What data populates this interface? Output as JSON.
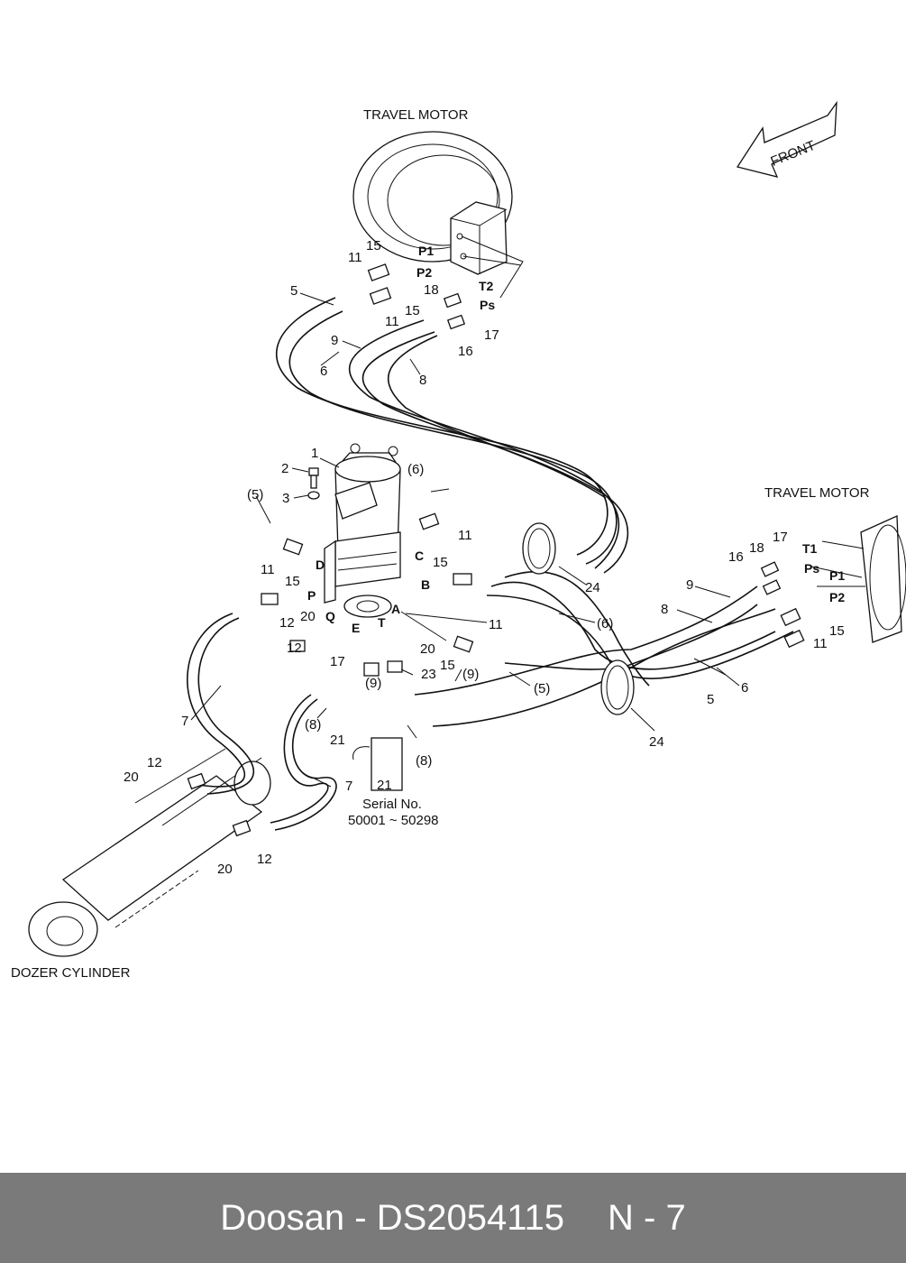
{
  "labels": {
    "travel_motor_top": "TRAVEL MOTOR",
    "travel_motor_right": "TRAVEL MOTOR",
    "front": "FRONT",
    "dozer_cylinder": "DOZER CYLINDER",
    "serial_label": "Serial No.",
    "serial_range": "50001 ~ 50298"
  },
  "callouts": {
    "c1": "1",
    "c2": "2",
    "c3": "3",
    "c5": "5",
    "c6": "6",
    "c7a": "7",
    "c7b": "7",
    "c8a": "8",
    "c8b": "8",
    "c9a": "9",
    "c9b": "9",
    "c5b": "5",
    "c6b": "6",
    "c11a": "11",
    "c11b": "11",
    "c11c": "11",
    "c11d": "11",
    "c11e": "11",
    "c11f": "11",
    "c12a": "12",
    "c12b": "12",
    "c12c": "12",
    "c12d": "12",
    "c15a": "15",
    "c15b": "15",
    "c15c": "15",
    "c15d": "15",
    "c15e": "15",
    "c15f": "15",
    "c16a": "16",
    "c16b": "16",
    "c17a": "17",
    "c17b": "17",
    "c17c": "17",
    "c18a": "18",
    "c18b": "18",
    "c20a": "20",
    "c20b": "20",
    "c20c": "20",
    "c20d": "20",
    "c21a": "21",
    "c21b": "21",
    "c23": "23",
    "c24a": "24",
    "c24b": "24",
    "p5a": "(5)",
    "p5b": "(5)",
    "p6a": "(6)",
    "p6b": "(6)",
    "p8": "(8)",
    "p8b": "(8)",
    "p9a": "(9)",
    "p9b": "(9)"
  },
  "ports": {
    "P1_top": "P1",
    "P2_top": "P2",
    "T2_top": "T2",
    "Ps_top": "Ps",
    "T1_right": "T1",
    "Ps_right": "Ps",
    "P1_right": "P1",
    "P2_right": "P2",
    "D": "D",
    "C": "C",
    "B": "B",
    "P": "P",
    "Q": "Q",
    "E": "E",
    "T": "T",
    "A": "A"
  },
  "footer": {
    "brand_part": "Doosan - DS2054115",
    "page": "N - 7"
  }
}
